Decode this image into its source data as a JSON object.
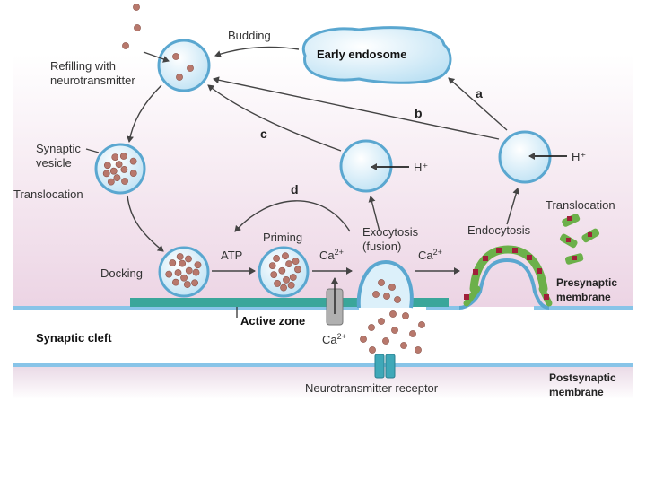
{
  "labels": {
    "budding": "Budding",
    "early_endosome": "Early endosome",
    "refilling_line1": "Refilling with",
    "refilling_line2": "neurotransmitter",
    "synaptic_vesicle_line1": "Synaptic",
    "synaptic_vesicle_line2": "vesicle",
    "translocation_left": "Translocation",
    "translocation_right": "Translocation",
    "docking": "Docking",
    "atp": "ATP",
    "priming": "Priming",
    "ca_mid": "Ca",
    "ca_right": "Ca",
    "ca_channel": "Ca",
    "charge": "2+",
    "exocytosis_line1": "Exocytosis",
    "exocytosis_line2": "(fusion)",
    "endocytosis": "Endocytosis",
    "h_plus_left": "H⁺",
    "h_plus_right": "H⁺",
    "presynaptic_line1": "Presynaptic",
    "presynaptic_line2": "membrane",
    "active_zone": "Active zone",
    "synaptic_cleft": "Synaptic cleft",
    "neurotransmitter_receptor": "Neurotransmitter receptor",
    "postsynaptic_line1": "Postsynaptic",
    "postsynaptic_line2": "membrane",
    "path_a": "a",
    "path_b": "b",
    "path_c": "c",
    "path_d": "d"
  },
  "colors": {
    "vesicle_fill": "#dcf0fa",
    "vesicle_stroke": "#5aa7d0",
    "neurotransmitter": "#b8786c",
    "presynaptic_band": "#f0dcea",
    "membrane": "#88c4e8",
    "active_zone": "#3aa69a",
    "clathrin": "#6cb04a",
    "clathrin_dot": "#a0203a"
  }
}
